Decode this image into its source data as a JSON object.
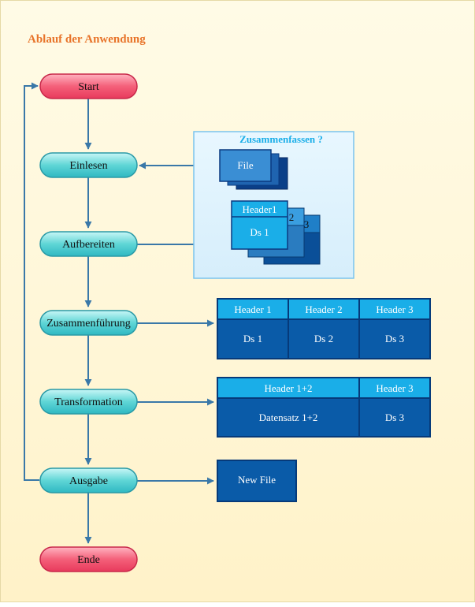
{
  "title": "Ablauf der Anwendung",
  "flow": {
    "start": "Start",
    "steps": [
      "Einlesen",
      "Aufbereiten",
      "Zusammenführung",
      "Transformation",
      "Ausgabe"
    ],
    "end": "Ende"
  },
  "group": {
    "title": "Zusammenfassen ?",
    "file_label": "File",
    "stack": {
      "header": "Header1",
      "record": "Ds 1",
      "num2": "2",
      "num3": "3"
    }
  },
  "merge_table": {
    "headers": [
      "Header 1",
      "Header 2",
      "Header 3"
    ],
    "cells": [
      "Ds 1",
      "Ds 2",
      "Ds 3"
    ]
  },
  "transform_table": {
    "headers": [
      "Header 1+2",
      "Header 3"
    ],
    "cells": [
      "Datensatz 1+2",
      "Ds 3"
    ]
  },
  "output": {
    "label": "New File"
  },
  "colors": {
    "title": "#e8742a",
    "terminal_fill": "#f4607a",
    "process_fill": "#5fd6d6",
    "connector": "#3a78a8",
    "table_header": "#1aaee8",
    "table_body": "#0a5ba8"
  }
}
